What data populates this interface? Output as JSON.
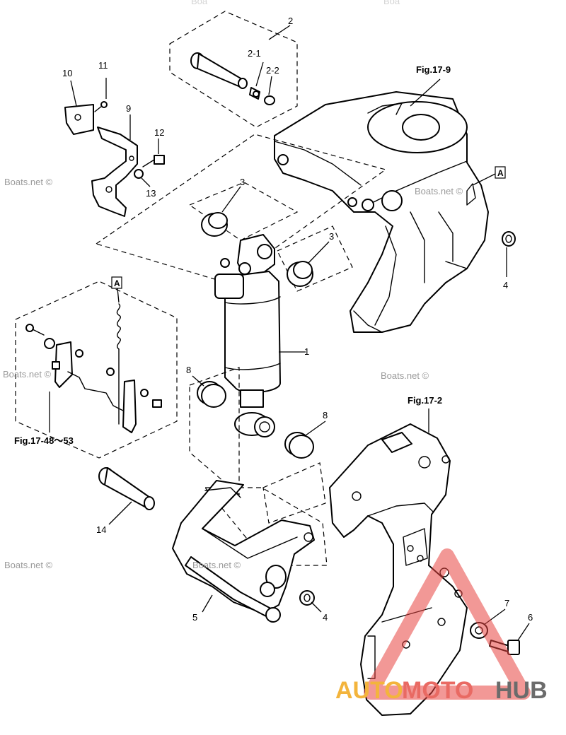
{
  "callouts": {
    "c1": "1",
    "c2": "2",
    "c2_1": "2-1",
    "c2_2": "2-2",
    "c3a": "3",
    "c3b": "3",
    "c4a": "4",
    "c4b": "4",
    "c5": "5",
    "c6": "6",
    "c7": "7",
    "c8a": "8",
    "c8b": "8",
    "c9": "9",
    "c10": "10",
    "c11": "11",
    "c12": "12",
    "c13": "13",
    "c14": "14"
  },
  "figure_refs": {
    "swivel_bracket": "Fig.17-9",
    "clamp_bracket": "Fig.17-2",
    "linkage": "Fig.17-48～53"
  },
  "reference_markers": {
    "marker_a_top": "A",
    "marker_a_bottom": "A"
  },
  "watermarks": {
    "left": "Boats.net ©",
    "upper_right": "Boats.net ©",
    "middle_left": "Boats.net ©",
    "middle_right": "Boats.net ©",
    "lower_left": "Boats.net ©",
    "lower_mid": "Boats.net ©",
    "top_left": "Boa",
    "top_right": "Boa"
  },
  "logo": {
    "part1": "AUTO",
    "part2": "MOTO",
    "part3": "HUB"
  },
  "colors": {
    "line": "#000000",
    "watermark": "#9a9a9a",
    "logo_triangle": "#e8433f",
    "logo_auto": "#f3b43c",
    "logo_moto": "#e96a63",
    "logo_hub": "#6b6b6b"
  }
}
